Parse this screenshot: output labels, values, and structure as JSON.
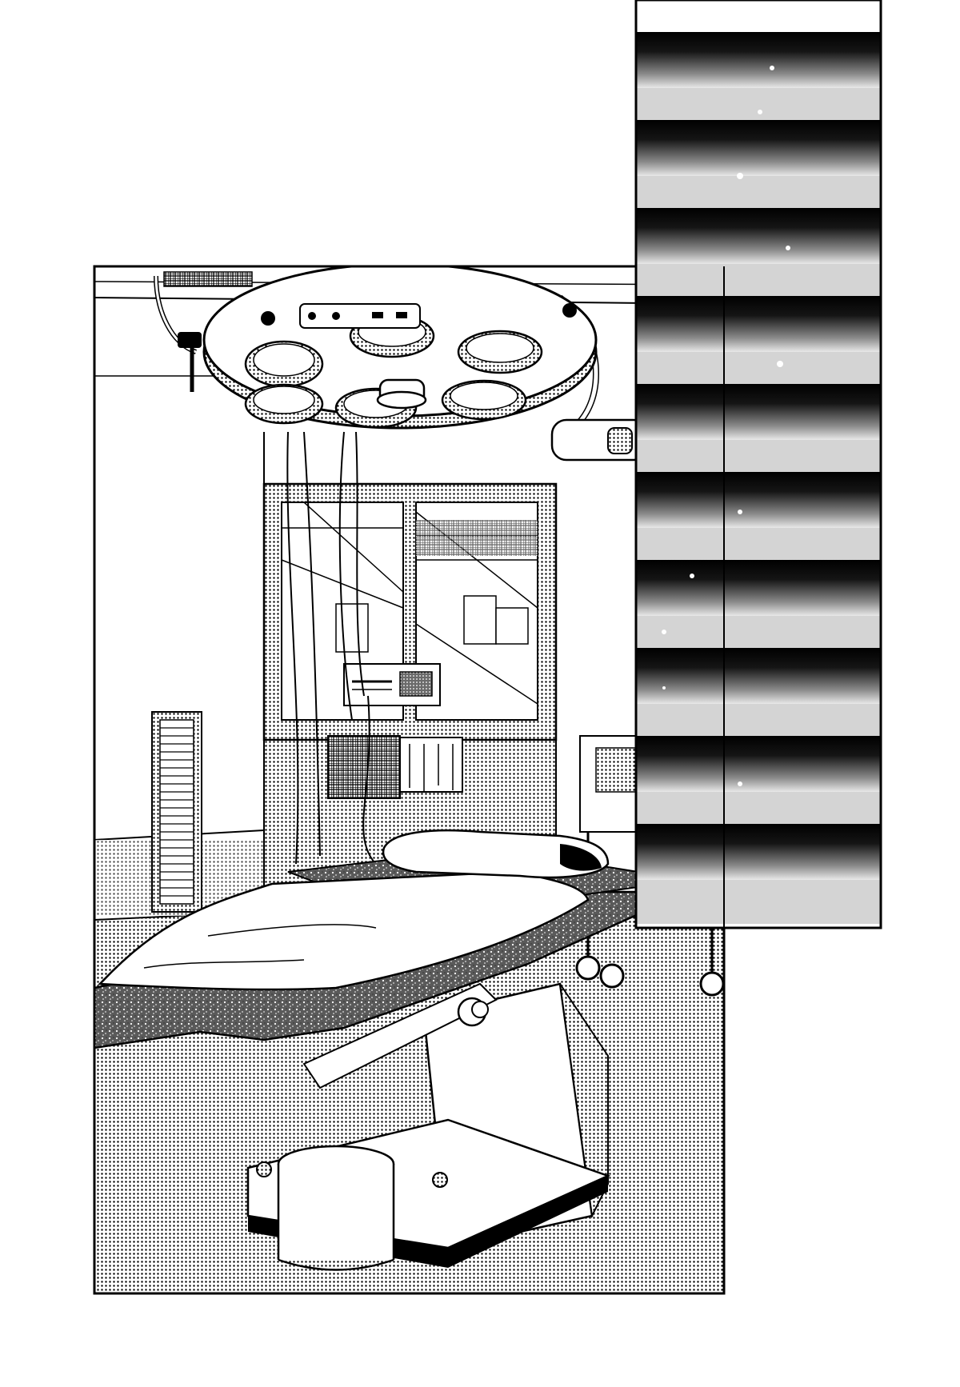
{
  "page": {
    "background_color": "#ffffff",
    "ink_color": "#000000",
    "screen_tone_color": "#9a9a9a"
  },
  "panels": [
    {
      "name": "operating-room-panel",
      "content": "illustration"
    },
    {
      "name": "night-strip-panel",
      "content": "illustration"
    }
  ]
}
